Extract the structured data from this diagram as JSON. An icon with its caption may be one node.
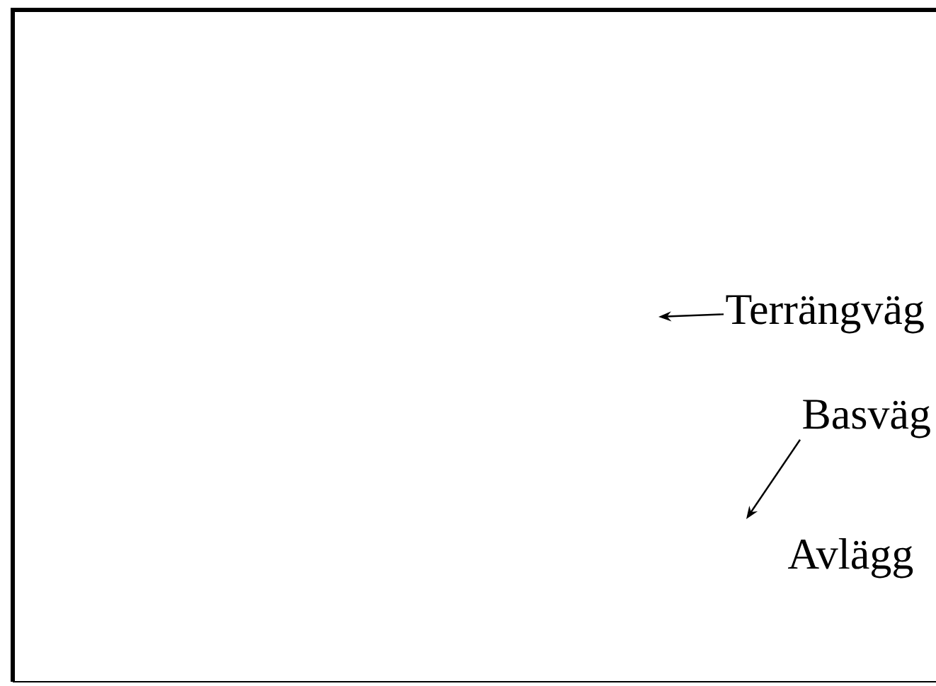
{
  "diagram": {
    "nodes": [
      {
        "text": [
          "Terrängväg"
        ]
      },
      {
        "text": [
          "Basväg"
        ]
      }
    ],
    "edges": [
      {
        "from": 0,
        "to": null,
        "arrow": "to"
      },
      {
        "from": 1,
        "to": null,
        "arrow": "to"
      }
    ],
    "labels": [
      "Avlägg"
    ]
  }
}
